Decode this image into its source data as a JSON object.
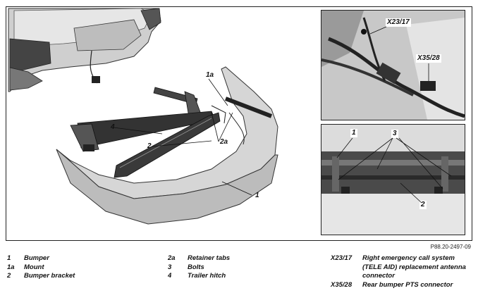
{
  "callouts": {
    "c1a": "1a",
    "c4": "4",
    "c2": "2",
    "c2a": "2a",
    "c1": "1",
    "x2317": "X23/17",
    "x3528": "X35/28",
    "b1": "1",
    "b3": "3",
    "b2": "2"
  },
  "reference": "P88.20-2497-09",
  "legend": {
    "col1": [
      {
        "code": "1",
        "desc": "Bumper"
      },
      {
        "code": "1a",
        "desc": "Mount"
      },
      {
        "code": "2",
        "desc": "Bumper bracket"
      }
    ],
    "col2": [
      {
        "code": "2a",
        "desc": "Retainer tabs"
      },
      {
        "code": "3",
        "desc": "Bolts"
      },
      {
        "code": "4",
        "desc": "Trailer hitch"
      }
    ],
    "col3": [
      {
        "code": "X23/17",
        "desc": "Right emergency call system (TELE AID) replacement antenna connector"
      },
      {
        "code": "X35/28",
        "desc": "Rear bumper PTS connector"
      }
    ]
  }
}
